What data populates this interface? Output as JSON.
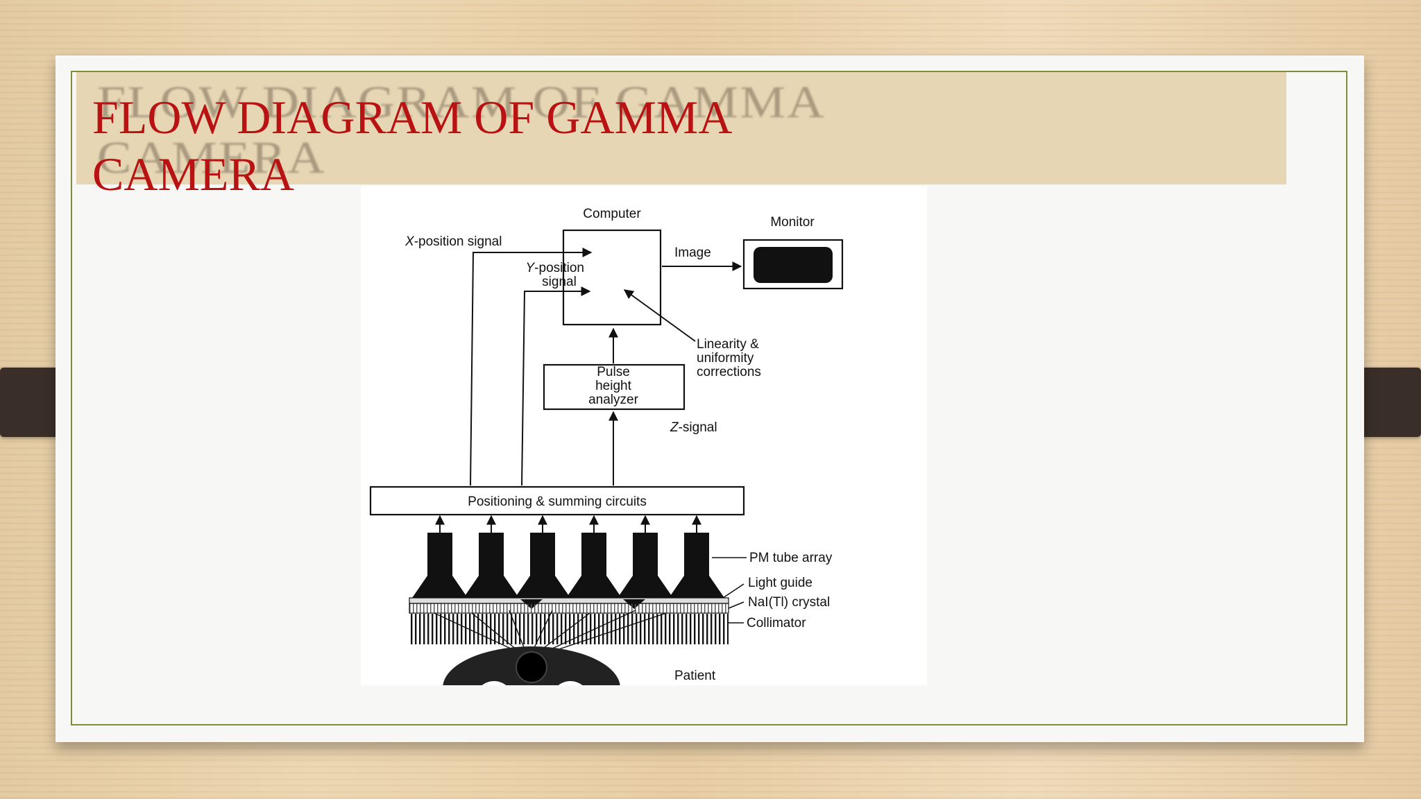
{
  "slide": {
    "title_line1": "FLOW DIAGRAM OF GAMMA",
    "title_line2": "CAMERA"
  },
  "diagram": {
    "computer": "Computer",
    "monitor": "Monitor",
    "image": "Image",
    "x_signal_prefix": "X",
    "x_signal_rest": "-position signal",
    "y_signal_prefix": "Y",
    "y_signal_rest": "-position",
    "y_signal_line2": "signal",
    "linearity_line1": "Linearity &",
    "linearity_line2": "uniformity",
    "linearity_line3": "corrections",
    "pha_line1": "Pulse",
    "pha_line2": "height",
    "pha_line3": "analyzer",
    "z_signal_prefix": "Z",
    "z_signal_rest": "-signal",
    "positioning": "Positioning & summing circuits",
    "pm_tube": "PM tube array",
    "light_guide": "Light guide",
    "crystal": "NaI(Tl) crystal",
    "collimator": "Collimator",
    "patient": "Patient"
  }
}
